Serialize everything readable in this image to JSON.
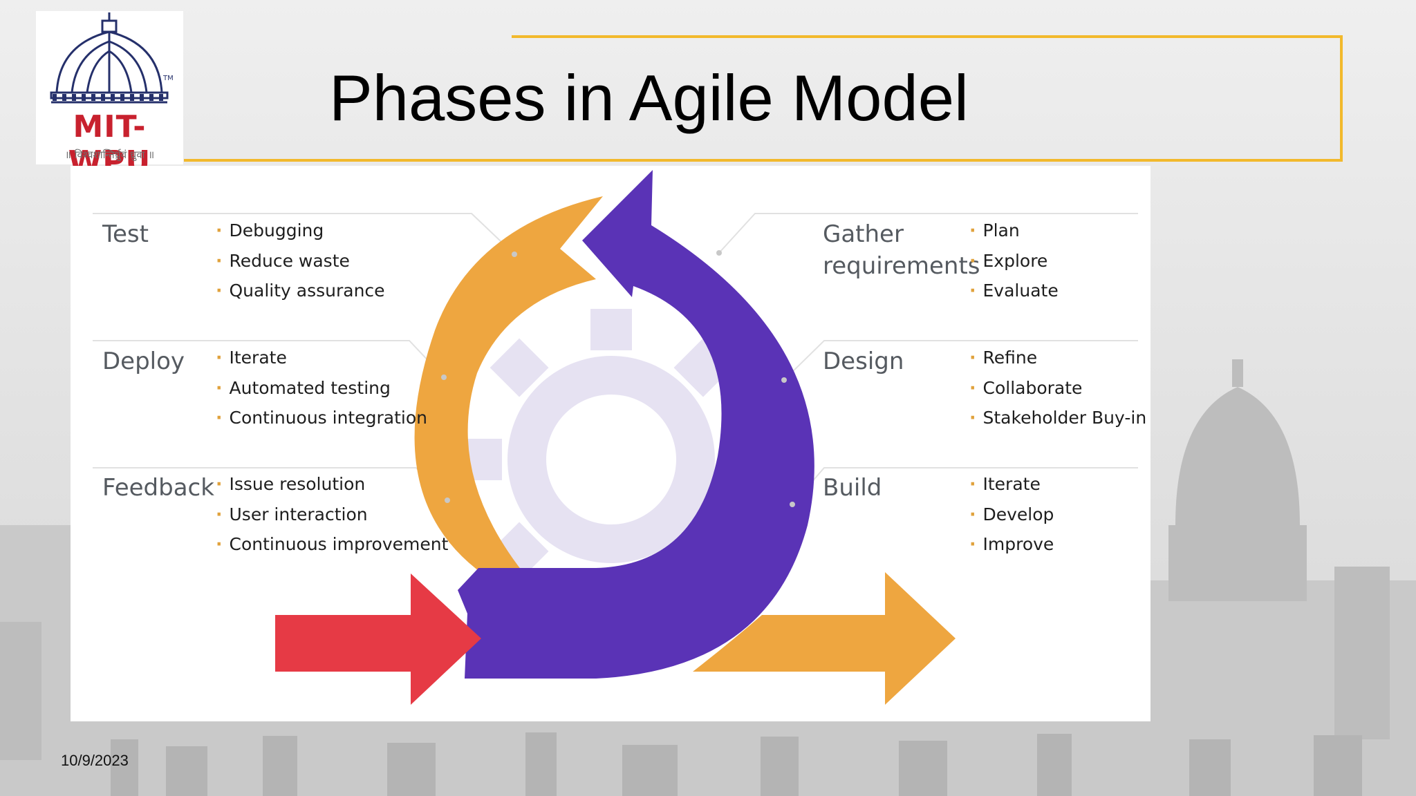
{
  "slide": {
    "title": "Phases in Agile Model",
    "date": "10/9/2023"
  },
  "logo": {
    "name": "MIT-WPU",
    "tagline": "॥ विश्वशान्तिर्ध्रुवं ध्रुवा ॥",
    "trademark": "TM"
  },
  "diagram": {
    "phases": [
      {
        "name": "Test",
        "items": [
          "Debugging",
          "Reduce waste",
          "Quality assurance"
        ]
      },
      {
        "name": "Deploy",
        "items": [
          "Iterate",
          "Automated testing",
          "Continuous integration"
        ]
      },
      {
        "name": "Feedback",
        "items": [
          "Issue resolution",
          "User interaction",
          "Continuous improvement"
        ]
      },
      {
        "name": "Gather\nrequirements",
        "items": [
          "Plan",
          "Explore",
          "Evaluate"
        ]
      },
      {
        "name": "Design",
        "items": [
          "Refine",
          "Collaborate",
          "Stakeholder Buy-in"
        ]
      },
      {
        "name": "Build",
        "items": [
          "Iterate",
          "Develop",
          "Improve"
        ]
      }
    ]
  },
  "colors": {
    "accent_border": "#f2b92c",
    "orange": "#eea640",
    "purple": "#5a33b6",
    "red": "#e63a45",
    "gear": "#e6e2f2"
  }
}
